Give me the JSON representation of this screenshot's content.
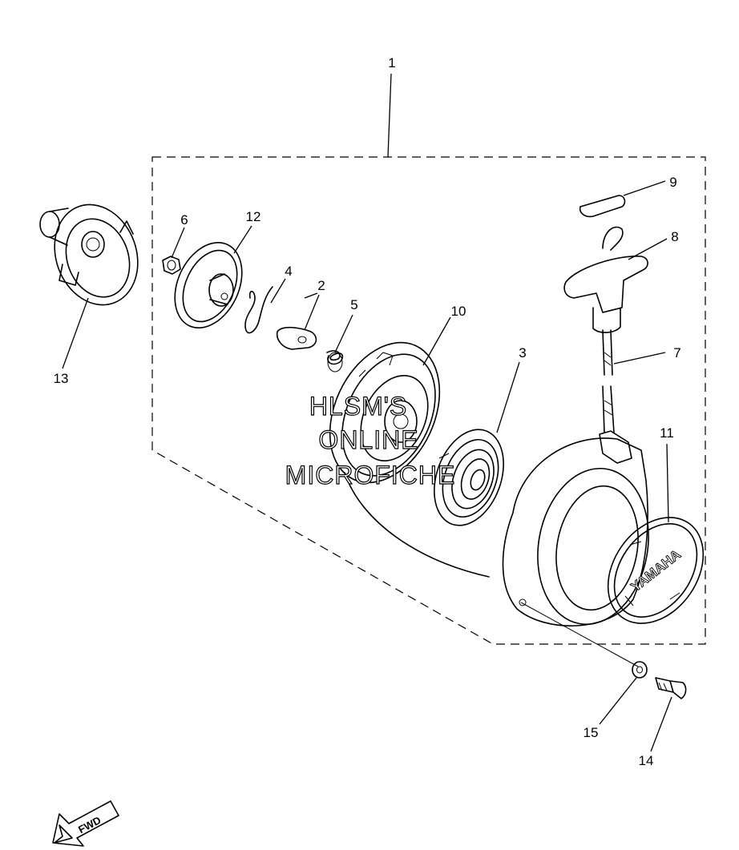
{
  "callouts": {
    "c1": "1",
    "c2": "2",
    "c3": "3",
    "c4": "4",
    "c5": "5",
    "c6": "6",
    "c7": "7",
    "c8": "8",
    "c9": "9",
    "c10": "10",
    "c11": "11",
    "c12": "12",
    "c13": "13",
    "c14": "14",
    "c15": "15"
  },
  "watermark": {
    "line1": "HLSM'S",
    "line2": "ONLINE",
    "line3": "MICROFICHE"
  },
  "cover_logo": "YAMAHA",
  "direction_arrow": "FWD"
}
